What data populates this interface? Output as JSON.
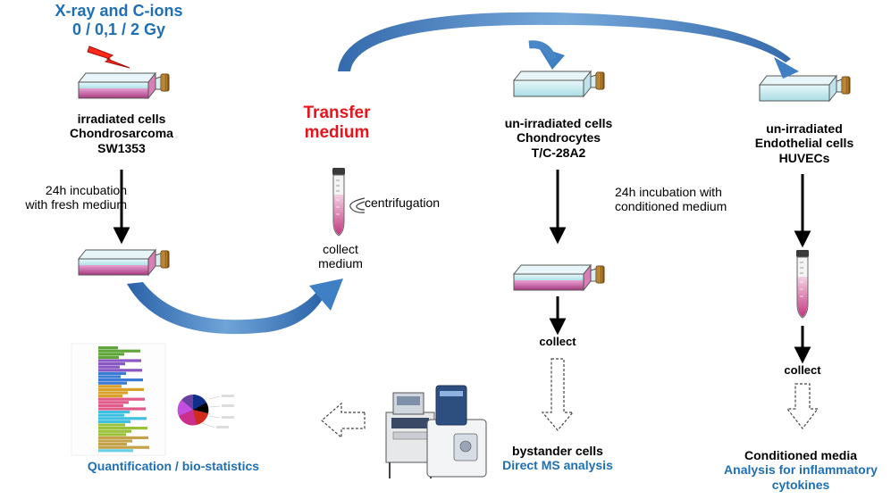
{
  "header": {
    "radiation_line1": "X-ray and C-ions",
    "radiation_line2": "0 / 0,1 / 2 Gy"
  },
  "irradiated": {
    "line1": "irradiated cells",
    "line2": "Chondrosarcoma",
    "line3": "SW1353"
  },
  "incubation_fresh": {
    "line1": "24h incubation",
    "line2": "with fresh medium"
  },
  "transfer": {
    "line1": "Transfer",
    "line2": "medium"
  },
  "centrifugation": "centrifugation",
  "collect_medium": {
    "line1": "collect",
    "line2": "medium"
  },
  "chondrocytes": {
    "line1": "un-irradiated cells",
    "line2": "Chondrocytes",
    "line3": "T/C-28A2"
  },
  "endothelial": {
    "line1": "un-irradiated",
    "line2": "Endothelial cells",
    "line3": "HUVECs"
  },
  "incubation_conditioned": {
    "line1": "24h incubation with",
    "line2": "conditioned medium"
  },
  "collect_left": "collect",
  "collect_right": "collect",
  "bystander": {
    "line1": "bystander cells",
    "line2": "Direct MS analysis"
  },
  "conditioned_media": {
    "line1": "Conditioned media",
    "line2": "Analysis for inflammatory",
    "line3": "cytokines"
  },
  "quantification": "Quantification / bio-statistics",
  "colors": {
    "accent_blue": "#1f6fb4",
    "transfer_red": "#e8141c",
    "flask_medium": "#c94f9e",
    "flask_glass": "#cfeef2",
    "cap": "#c98a2c"
  },
  "icons": [
    "lightning-icon",
    "cell-culture-flask-icon",
    "centrifuge-tube-icon",
    "mass-spectrometer-icon",
    "bar-chart-icon",
    "pie-chart-icon"
  ]
}
